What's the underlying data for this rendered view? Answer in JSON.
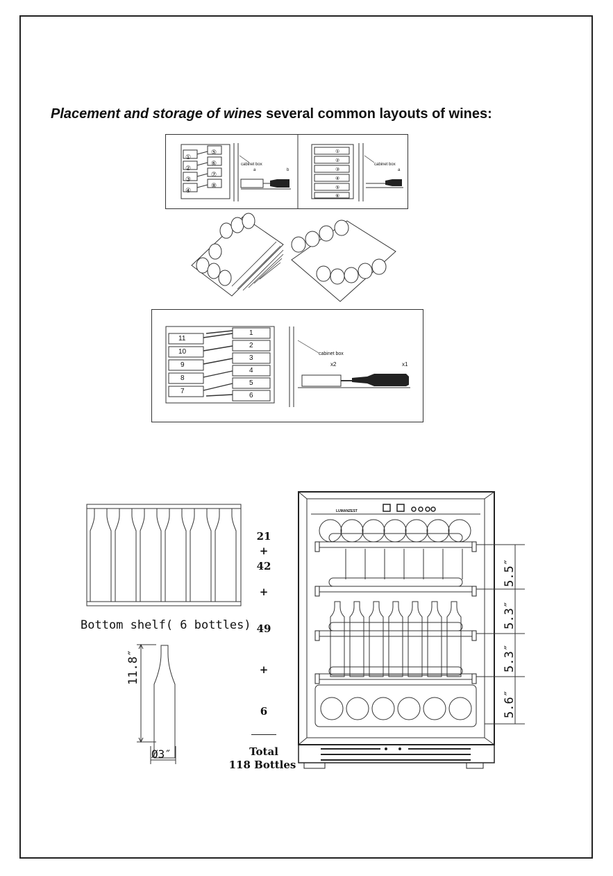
{
  "heading": {
    "italic_part": "Placement and storage of wines",
    "rest": "several common layouts of wines:"
  },
  "layout_top": {
    "left_numbers": [
      "①",
      "②",
      "③",
      "④"
    ],
    "right_numbers": [
      "⑤",
      "⑥",
      "⑦",
      "⑧"
    ],
    "cabinet_label": "cabinet box",
    "side_a": "a",
    "side_b": "b",
    "panel2_numbers": [
      "①",
      "②",
      "③",
      "④",
      "⑤",
      "⑥"
    ],
    "panel2_cabinet_label": "cabinet box",
    "panel2_side": "a"
  },
  "layout_bottom": {
    "left_numbers": [
      "11",
      "10",
      "9",
      "8",
      "7"
    ],
    "right_numbers": [
      "1",
      "2",
      "3",
      "4",
      "5",
      "6"
    ],
    "cabinet_label": "cabinet box",
    "marker_x2": "x2",
    "marker_x1": "x1"
  },
  "bottom_shelf_caption": "Bottom shelf( 6 bottles)",
  "bottle_height": "11.8″",
  "bottle_diameter": "Ø3″",
  "capacity": {
    "n1": "21",
    "plus1": "+",
    "n2": "42",
    "plus2": "+",
    "n3": "49",
    "plus3": "+",
    "n4": "6",
    "total_label": "Total",
    "total_value": "118 Bottles"
  },
  "shelf_spacing": [
    "5.5″",
    "5.3″",
    "5.3″",
    "5.6″"
  ],
  "fridge": {
    "brand": "LUMANZEST"
  }
}
